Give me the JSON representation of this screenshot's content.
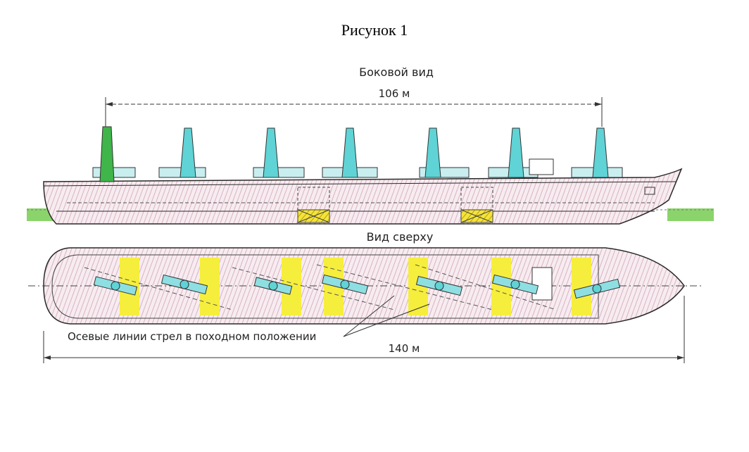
{
  "figure": {
    "title": "Рисунок 1",
    "side_view_label": "Боковой вид",
    "side_dimension": "106 м",
    "top_view_label": "Вид сверху",
    "annotation": "Осевые линии стрел в походном положении",
    "top_dimension": "140 м"
  },
  "colors": {
    "hull_fill": "#f6e9ee",
    "hull_hatch": "#c9a3b4",
    "crane_cyan": "#5fd3d6",
    "crane_green": "#3fb54a",
    "hold_yellow": "#f6ee3c",
    "grass_green": "#8bd46b",
    "line": "#2a2a2a"
  },
  "icons": [
    "crane-mast-icon",
    "boom-icon",
    "cargo-hold-icon",
    "deckhouse-icon"
  ],
  "crane_count": 7,
  "hold_count": 7
}
